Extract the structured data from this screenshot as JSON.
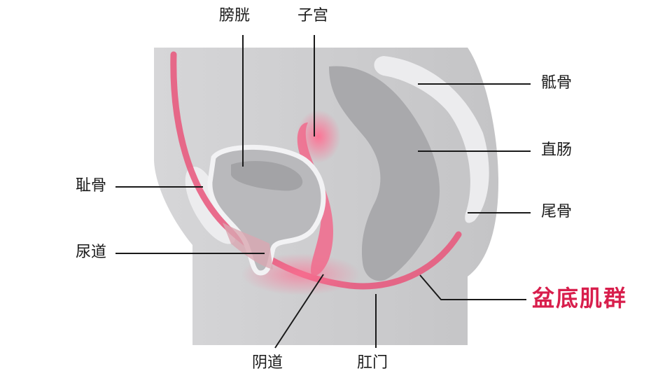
{
  "labels": {
    "bladder": "膀胱",
    "uterus": "子宫",
    "sacrum": "骶骨",
    "rectum": "直肠",
    "pubic_bone": "耻骨",
    "coccyx": "尾骨",
    "urethra": "尿道",
    "vagina": "阴道",
    "anus": "肛门",
    "pelvic_floor": "盆底肌群"
  },
  "colors": {
    "pelvic_floor_label": "#d81e4c",
    "muscle_pink": "#e9557a",
    "tissue_gray": "#c9c9cc"
  }
}
